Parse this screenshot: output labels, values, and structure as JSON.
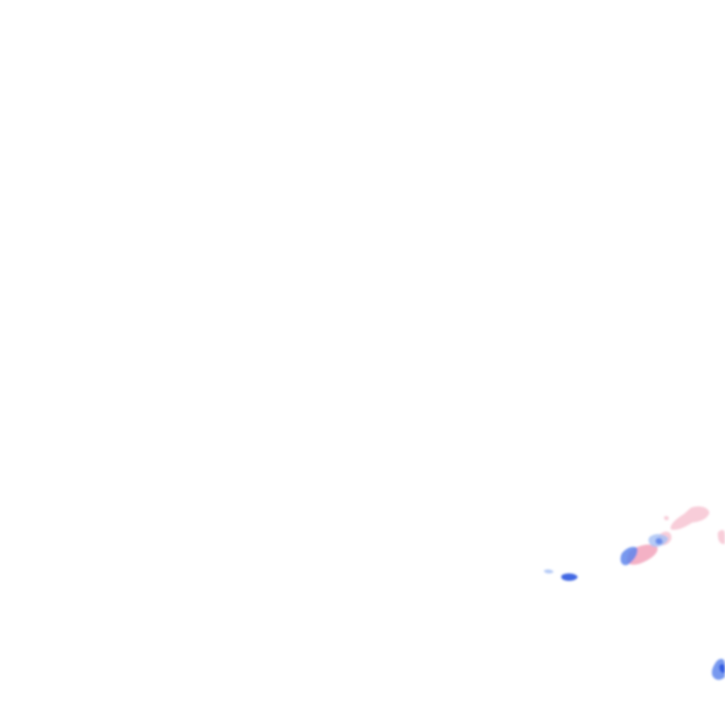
{
  "layer": {
    "type": "precipitation-radar-overlay",
    "background": "transparent",
    "legend": "none"
  },
  "colors": {
    "rain_light": "#a9c2f5",
    "rain_moderate": "#5f86ec",
    "rain_heavy": "#2f56e0",
    "mix_light": "#f7c4d2",
    "mix_moderate": "#f2a3bb"
  }
}
